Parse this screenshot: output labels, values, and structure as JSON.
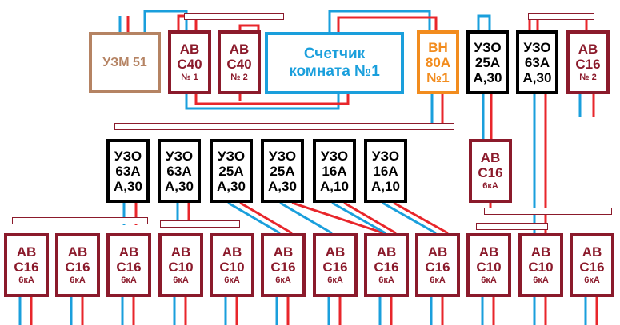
{
  "uzm": {
    "label": "УЗМ 51"
  },
  "meter": {
    "line1": "Счетчик",
    "line2": "комната №1"
  },
  "vn": {
    "line1": "ВН",
    "line2": "80А",
    "line3": "№1"
  },
  "top_breakers": [
    {
      "l1": "АВ",
      "l2": "С40",
      "l3": "№ 1"
    },
    {
      "l1": "АВ",
      "l2": "С40",
      "l3": "№ 2"
    }
  ],
  "uzo_top": [
    {
      "l1": "УЗО",
      "l2": "25А",
      "l3": "А,30"
    },
    {
      "l1": "УЗО",
      "l2": "63А",
      "l3": "А,30"
    }
  ],
  "ab_top_right": {
    "l1": "АВ",
    "l2": "С16",
    "l3": "№ 2"
  },
  "ab_mid_right": {
    "l1": "АВ",
    "l2": "С16",
    "l3": "6кА"
  },
  "uzo_mid": [
    {
      "l1": "УЗО",
      "l2": "63А",
      "l3": "А,30"
    },
    {
      "l1": "УЗО",
      "l2": "63А",
      "l3": "А,30"
    },
    {
      "l1": "УЗО",
      "l2": "25А",
      "l3": "А,30"
    },
    {
      "l1": "УЗО",
      "l2": "25А",
      "l3": "А,30"
    },
    {
      "l1": "УЗО",
      "l2": "16А",
      "l3": "А,10"
    },
    {
      "l1": "УЗО",
      "l2": "16А",
      "l3": "А,10"
    }
  ],
  "ab_bottom": [
    {
      "l1": "АВ",
      "l2": "С16",
      "l3": "6кА"
    },
    {
      "l1": "АВ",
      "l2": "С16",
      "l3": "6кА"
    },
    {
      "l1": "АВ",
      "l2": "С16",
      "l3": "6кА"
    },
    {
      "l1": "АВ",
      "l2": "С10",
      "l3": "6кА"
    },
    {
      "l1": "АВ",
      "l2": "С10",
      "l3": "6кА"
    },
    {
      "l1": "АВ",
      "l2": "С16",
      "l3": "6кА"
    },
    {
      "l1": "АВ",
      "l2": "С16",
      "l3": "6кА"
    },
    {
      "l1": "АВ",
      "l2": "С16",
      "l3": "6кА"
    },
    {
      "l1": "АВ",
      "l2": "С16",
      "l3": "6кА"
    },
    {
      "l1": "АВ",
      "l2": "С10",
      "l3": "6кА"
    },
    {
      "l1": "АВ",
      "l2": "С10",
      "l3": "6кА"
    },
    {
      "l1": "АВ",
      "l2": "С16",
      "l3": "6кА"
    }
  ],
  "colors": {
    "phase": "#e8262b",
    "neutral": "#1a9fdc",
    "breaker": "#8b1a2b",
    "uzo": "#000000",
    "uzm": "#b58363",
    "vn": "#f28c1e"
  }
}
